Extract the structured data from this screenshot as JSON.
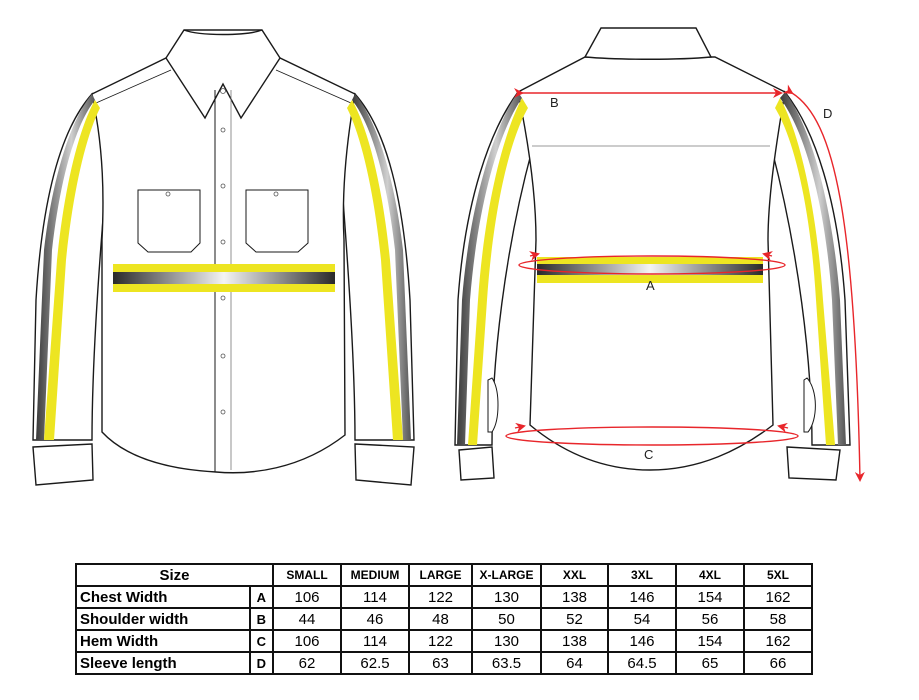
{
  "illustration": {
    "front_view": {
      "description": "Long sleeve work shirt, front view, with yellow and silver reflective tape on sleeves and chest band"
    },
    "back_view": {
      "description": "Long sleeve work shirt, back view, with measurement annotations",
      "labels": {
        "a": "A",
        "b": "B",
        "c": "C",
        "d": "D"
      }
    },
    "colors": {
      "outline": "#1a1a1a",
      "reflective_yellow": "#ede521",
      "reflective_silver_dark": "#333333",
      "reflective_silver_light": "#f2f2f2",
      "measure_red": "#e8262b"
    }
  },
  "size_chart": {
    "header_label": "Size",
    "sizes": [
      "SMALL",
      "MEDIUM",
      "LARGE",
      "X-LARGE",
      "XXL",
      "3XL",
      "4XL",
      "5XL"
    ],
    "rows": [
      {
        "name": "Chest Width",
        "letter": "A",
        "values": [
          "106",
          "114",
          "122",
          "130",
          "138",
          "146",
          "154",
          "162"
        ]
      },
      {
        "name": "Shoulder width",
        "letter": "B",
        "values": [
          "44",
          "46",
          "48",
          "50",
          "52",
          "54",
          "56",
          "58"
        ]
      },
      {
        "name": "Hem Width",
        "letter": "C",
        "values": [
          "106",
          "114",
          "122",
          "130",
          "138",
          "146",
          "154",
          "162"
        ]
      },
      {
        "name": "Sleeve length",
        "letter": "D",
        "values": [
          "62",
          "62.5",
          "63",
          "63.5",
          "64",
          "64.5",
          "65",
          "66"
        ]
      }
    ]
  }
}
